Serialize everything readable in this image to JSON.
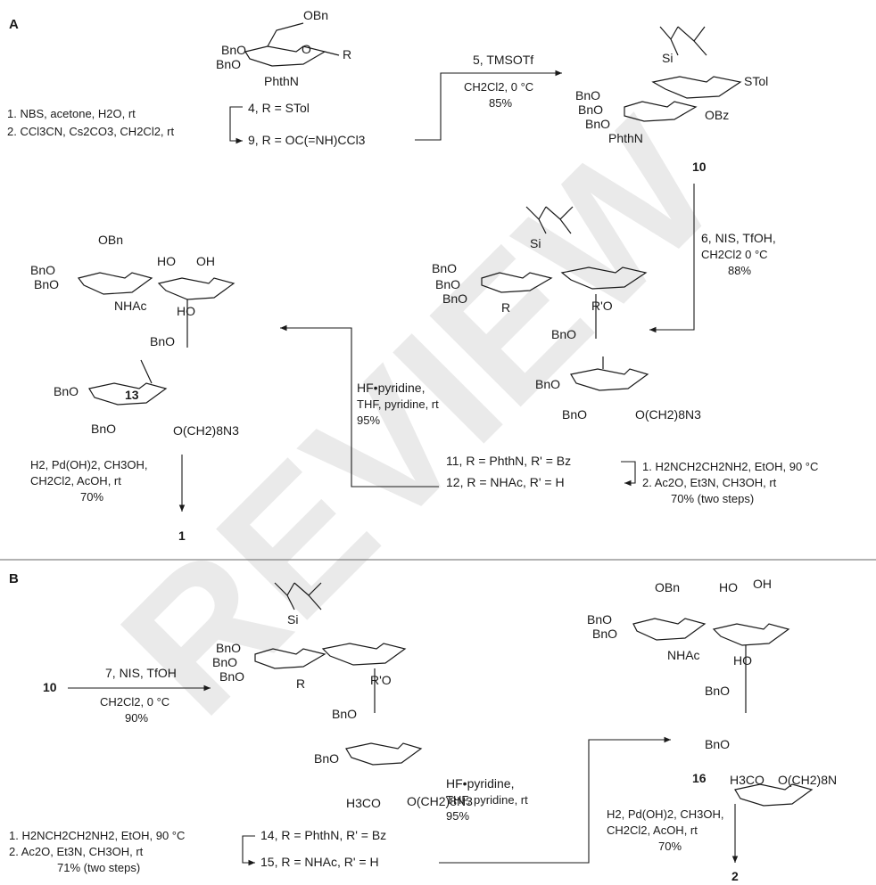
{
  "panels": {
    "A": {
      "label": "A",
      "cond_left_1": "1. NBS, acetone, H2O, rt",
      "cond_left_2": "2. CCl3CN, Cs2CO3, CH2Cl2, rt",
      "cmpd4_label": "4, R = STol",
      "cmpd9_label": "9, R = OC(=NH)CCl3",
      "step_glyc_1": "5, TMSOTf",
      "step_glyc_2": "CH2Cl2, 0 °C",
      "step_glyc_3": "85%",
      "cmpd10_num": "10",
      "step_nis_1": "6, NIS, TfOH,",
      "step_nis_2": "CH2Cl2 0 °C",
      "step_nis_3": "88%",
      "cmpd11_label": "11, R = PhthN, R' = Bz",
      "cmpd12_label": "12, R = NHAc, R' = H",
      "cond_deprot_1": "1. H2NCH2CH2NH2, EtOH, 90 °C",
      "cond_deprot_2": "2. Ac2O, Et3N, CH3OH, rt",
      "cond_deprot_3": "70% (two steps)",
      "cond_hf_1": "HF•pyridine,",
      "cond_hf_2": "THF, pyridine, rt",
      "cond_hf_3": "95%",
      "cmpd13_num": "13",
      "cond_h2_1": "H2, Pd(OH)2, CH3OH,",
      "cond_h2_2": "CH2Cl2, AcOH, rt",
      "cond_h2_3": "70%",
      "cmpd1_num": "1"
    },
    "B": {
      "label": "B",
      "start_num": "10",
      "step_nis_1": "7, NIS, TfOH",
      "step_nis_2": "CH2Cl2, 0 °C",
      "step_nis_3": "90%",
      "cmpd14_label": "14, R = PhthN, R' = Bz",
      "cmpd15_label": "15, R = NHAc, R' = H",
      "cond_deprot_1": "1. H2NCH2CH2NH2, EtOH, 90 °C",
      "cond_deprot_2": "2. Ac2O, Et3N, CH3OH, rt",
      "cond_deprot_3": "71% (two steps)",
      "cond_hf_1": "HF•pyridine,",
      "cond_hf_2": "THF, pyridine, rt",
      "cond_hf_3": "95%",
      "cmpd16_num": "16",
      "cond_h2_1": "H2, Pd(OH)2, CH3OH,",
      "cond_h2_2": "CH2Cl2, AcOH, rt",
      "cond_h2_3": "70%",
      "cmpd2_num": "2"
    }
  },
  "structure_labels": {
    "obn": "OBn",
    "bno": "BnO",
    "o": "O",
    "r": "R",
    "rprime_o": "R'O",
    "phthn": "PhthN",
    "nhac": "NHAc",
    "stol": "STol",
    "obz": "OBz",
    "si": "Si",
    "ho": "HO",
    "oh": "OH",
    "h3co": "H3CO",
    "linker": "O(CH2)8N3",
    "linker_cut": "O(CH2)8N"
  },
  "watermark": "REVIEW",
  "colors": {
    "ink": "#1a1a1a",
    "watermark": "#d9d9d9",
    "separator": "#666666"
  }
}
